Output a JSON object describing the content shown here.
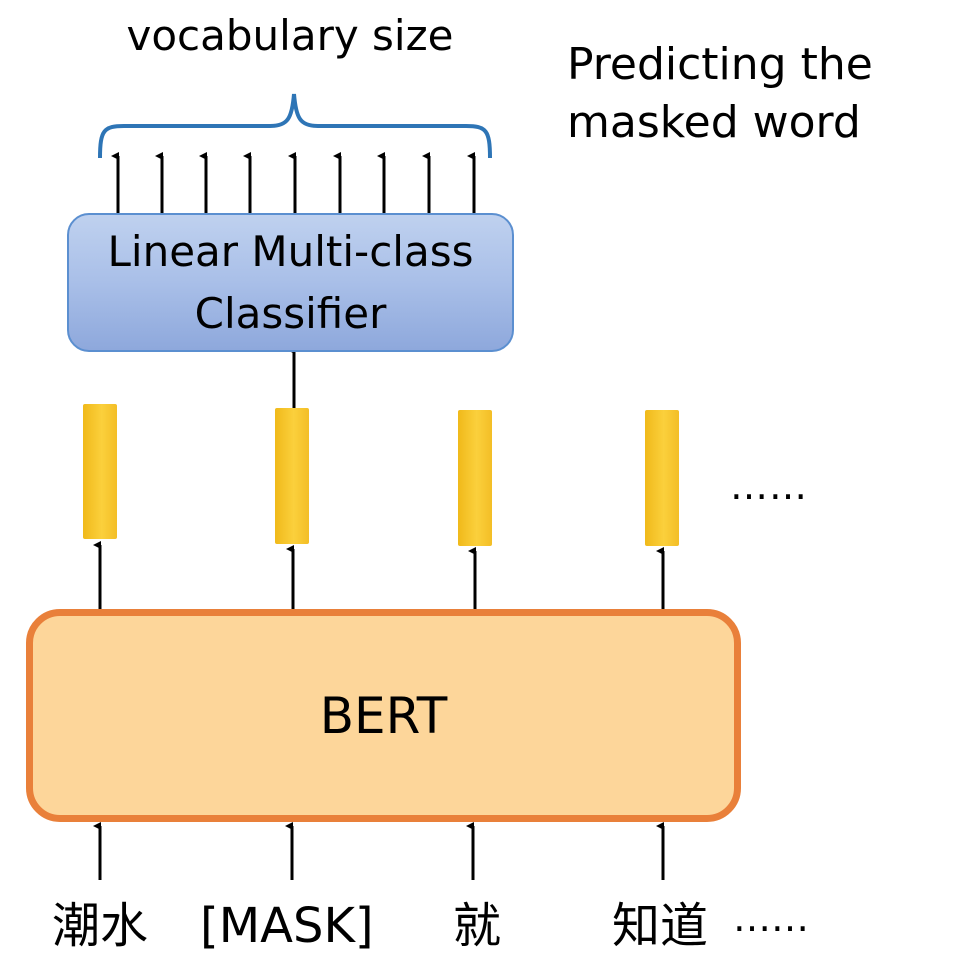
{
  "classifier": {
    "label": "Linear Multi-class\nClassifier"
  },
  "bert": {
    "label": "BERT"
  },
  "vocab_brace": {
    "label": "vocabulary size"
  },
  "caption": "Predicting the\nmasked word",
  "ellipsis_embeddings": "……",
  "tokens": [
    {
      "text": "潮水"
    },
    {
      "text": "[MASK]"
    },
    {
      "text": "就"
    },
    {
      "text": "知道"
    }
  ],
  "tokens_ellipsis": "……",
  "colors": {
    "classifier_fill": "#a9bfe8",
    "classifier_border": "#5b8fd0",
    "bert_fill": "#fdd69a",
    "bert_border": "#e9803a",
    "embedding_fill": "#f7c52e",
    "brace": "#2e75b6",
    "arrow": "#000000"
  }
}
